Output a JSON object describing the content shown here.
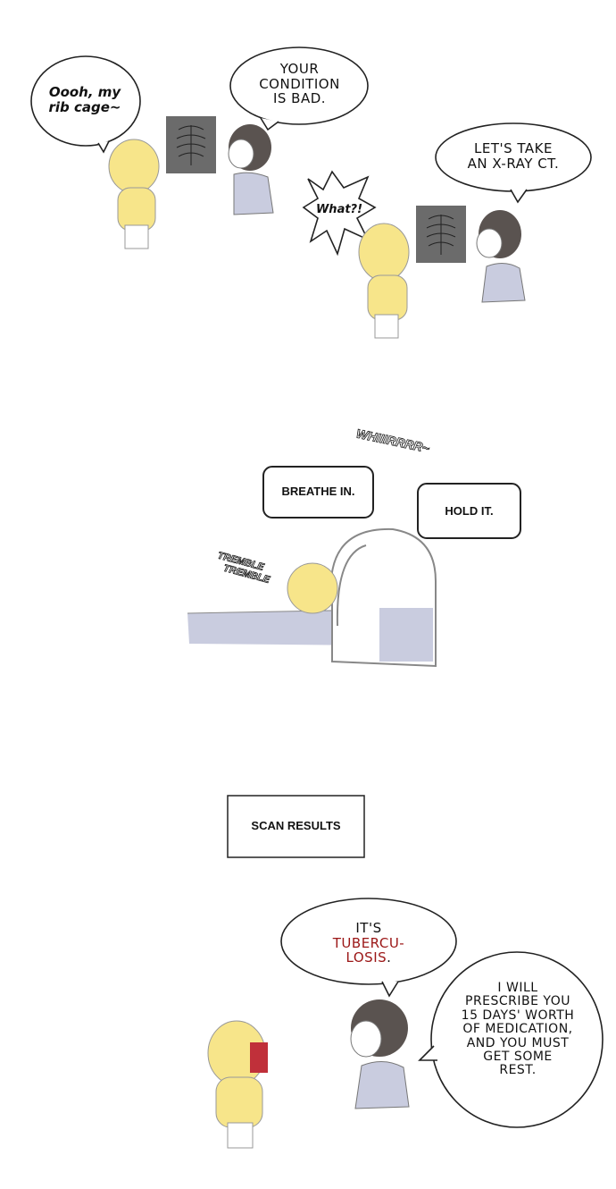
{
  "panel1": {
    "patient_line": "Oooh, my rib cage~",
    "doctor_line": [
      "YOUR",
      "CONDITION",
      "IS BAD."
    ]
  },
  "panel2": {
    "doctor_line": [
      "LET'S TAKE",
      "AN X-RAY CT."
    ],
    "patient_line": "What?!"
  },
  "panel3": {
    "sfx_machine": "WHIIIRRRR~",
    "bubble_1": "BREATHE IN.",
    "bubble_2": "HOLD IT.",
    "sfx_tremble": [
      "TREMBLE",
      "TREMBLE"
    ]
  },
  "panel4": {
    "caption": "SCAN RESULTS"
  },
  "panel5": {
    "diagnosis_prefix": "IT'S",
    "diagnosis_1": "TUBERCU-",
    "diagnosis_2": "LOSIS",
    "diagnosis_suffix": ".",
    "prescription": [
      "I WILL",
      "PRESCRIBE YOU",
      "15 DAYS' WORTH",
      "OF MEDICATION,",
      "AND YOU MUST",
      "GET SOME",
      "REST."
    ]
  },
  "colors": {
    "skin": "#f7e58a",
    "coat": "#c9ccdf",
    "hair": "#5a5350",
    "xray": "#6b6b6b",
    "highlight": "#9b1616"
  }
}
